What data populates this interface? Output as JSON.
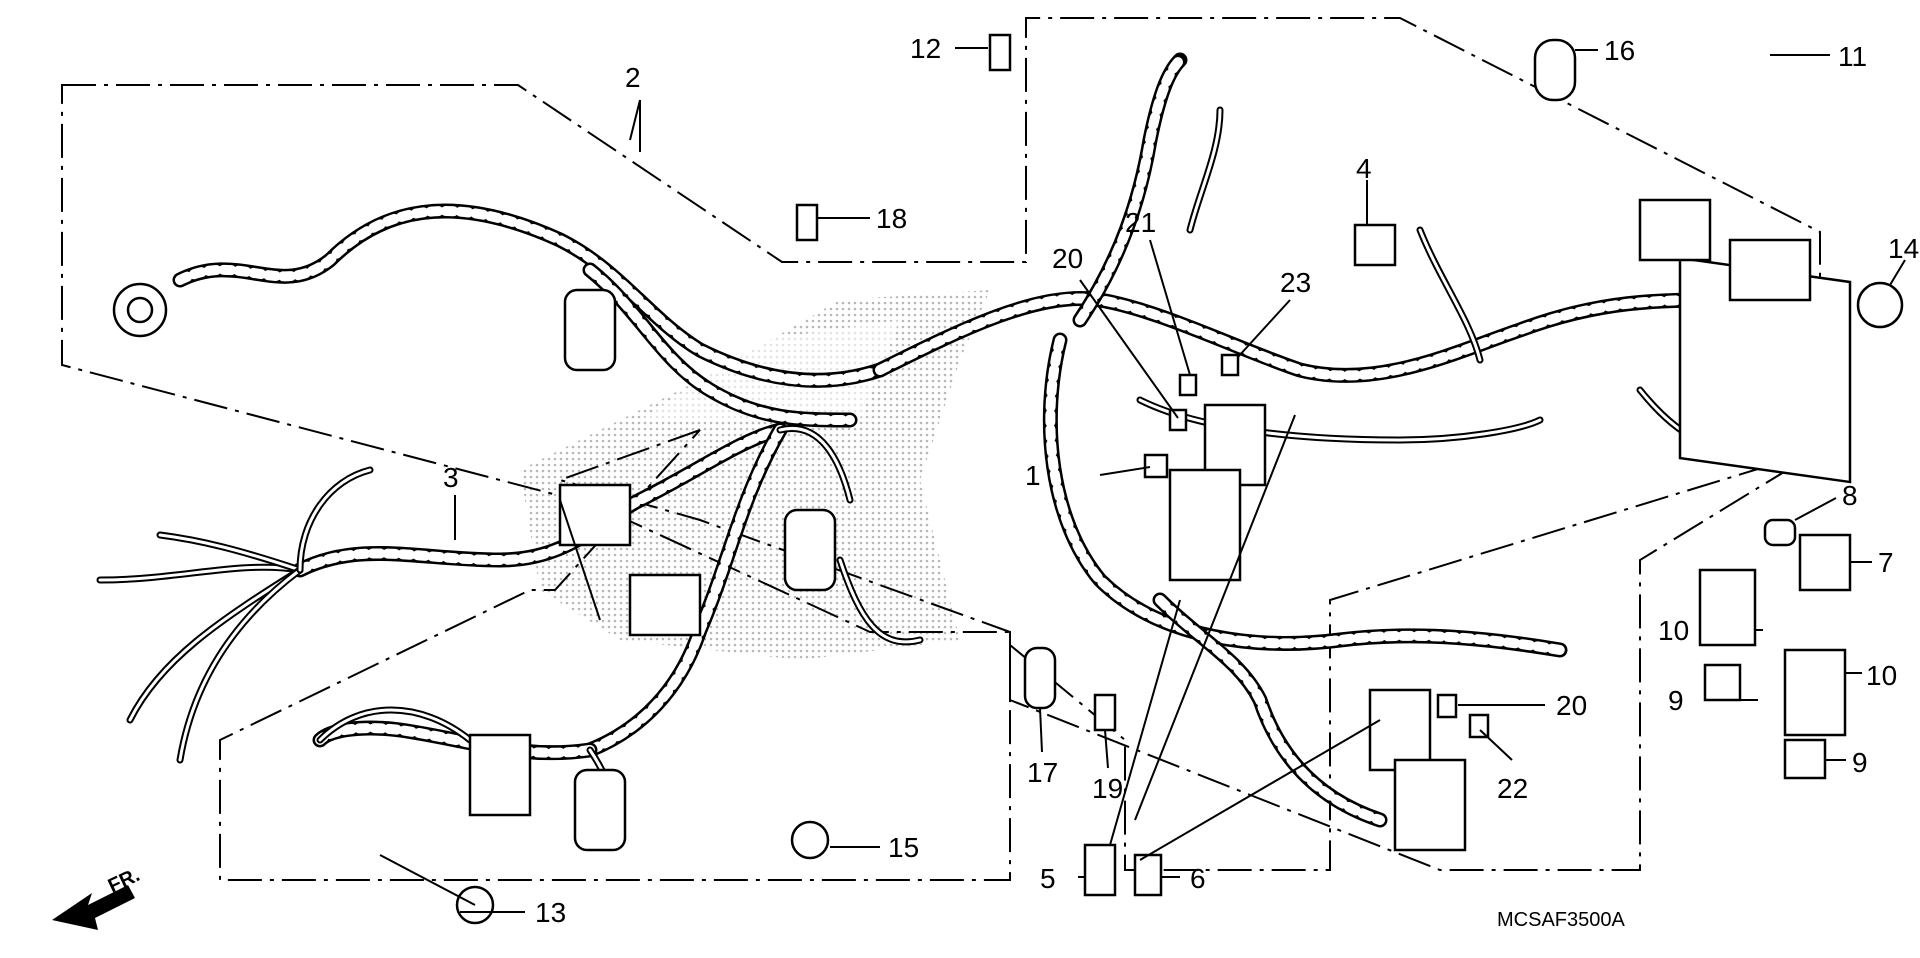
{
  "callouts": [
    "1",
    "2",
    "3",
    "4",
    "5",
    "6",
    "7",
    "8",
    "9",
    "9",
    "10",
    "10",
    "11",
    "12",
    "13",
    "14",
    "15",
    "16",
    "17",
    "18",
    "19",
    "20",
    "20",
    "21",
    "22",
    "23"
  ],
  "diagram_code": "MCSAF3500A",
  "front_marker": "FR.",
  "colors": {
    "ink": "#000000",
    "paper": "#ffffff",
    "watermark": "#b8b8b8"
  }
}
